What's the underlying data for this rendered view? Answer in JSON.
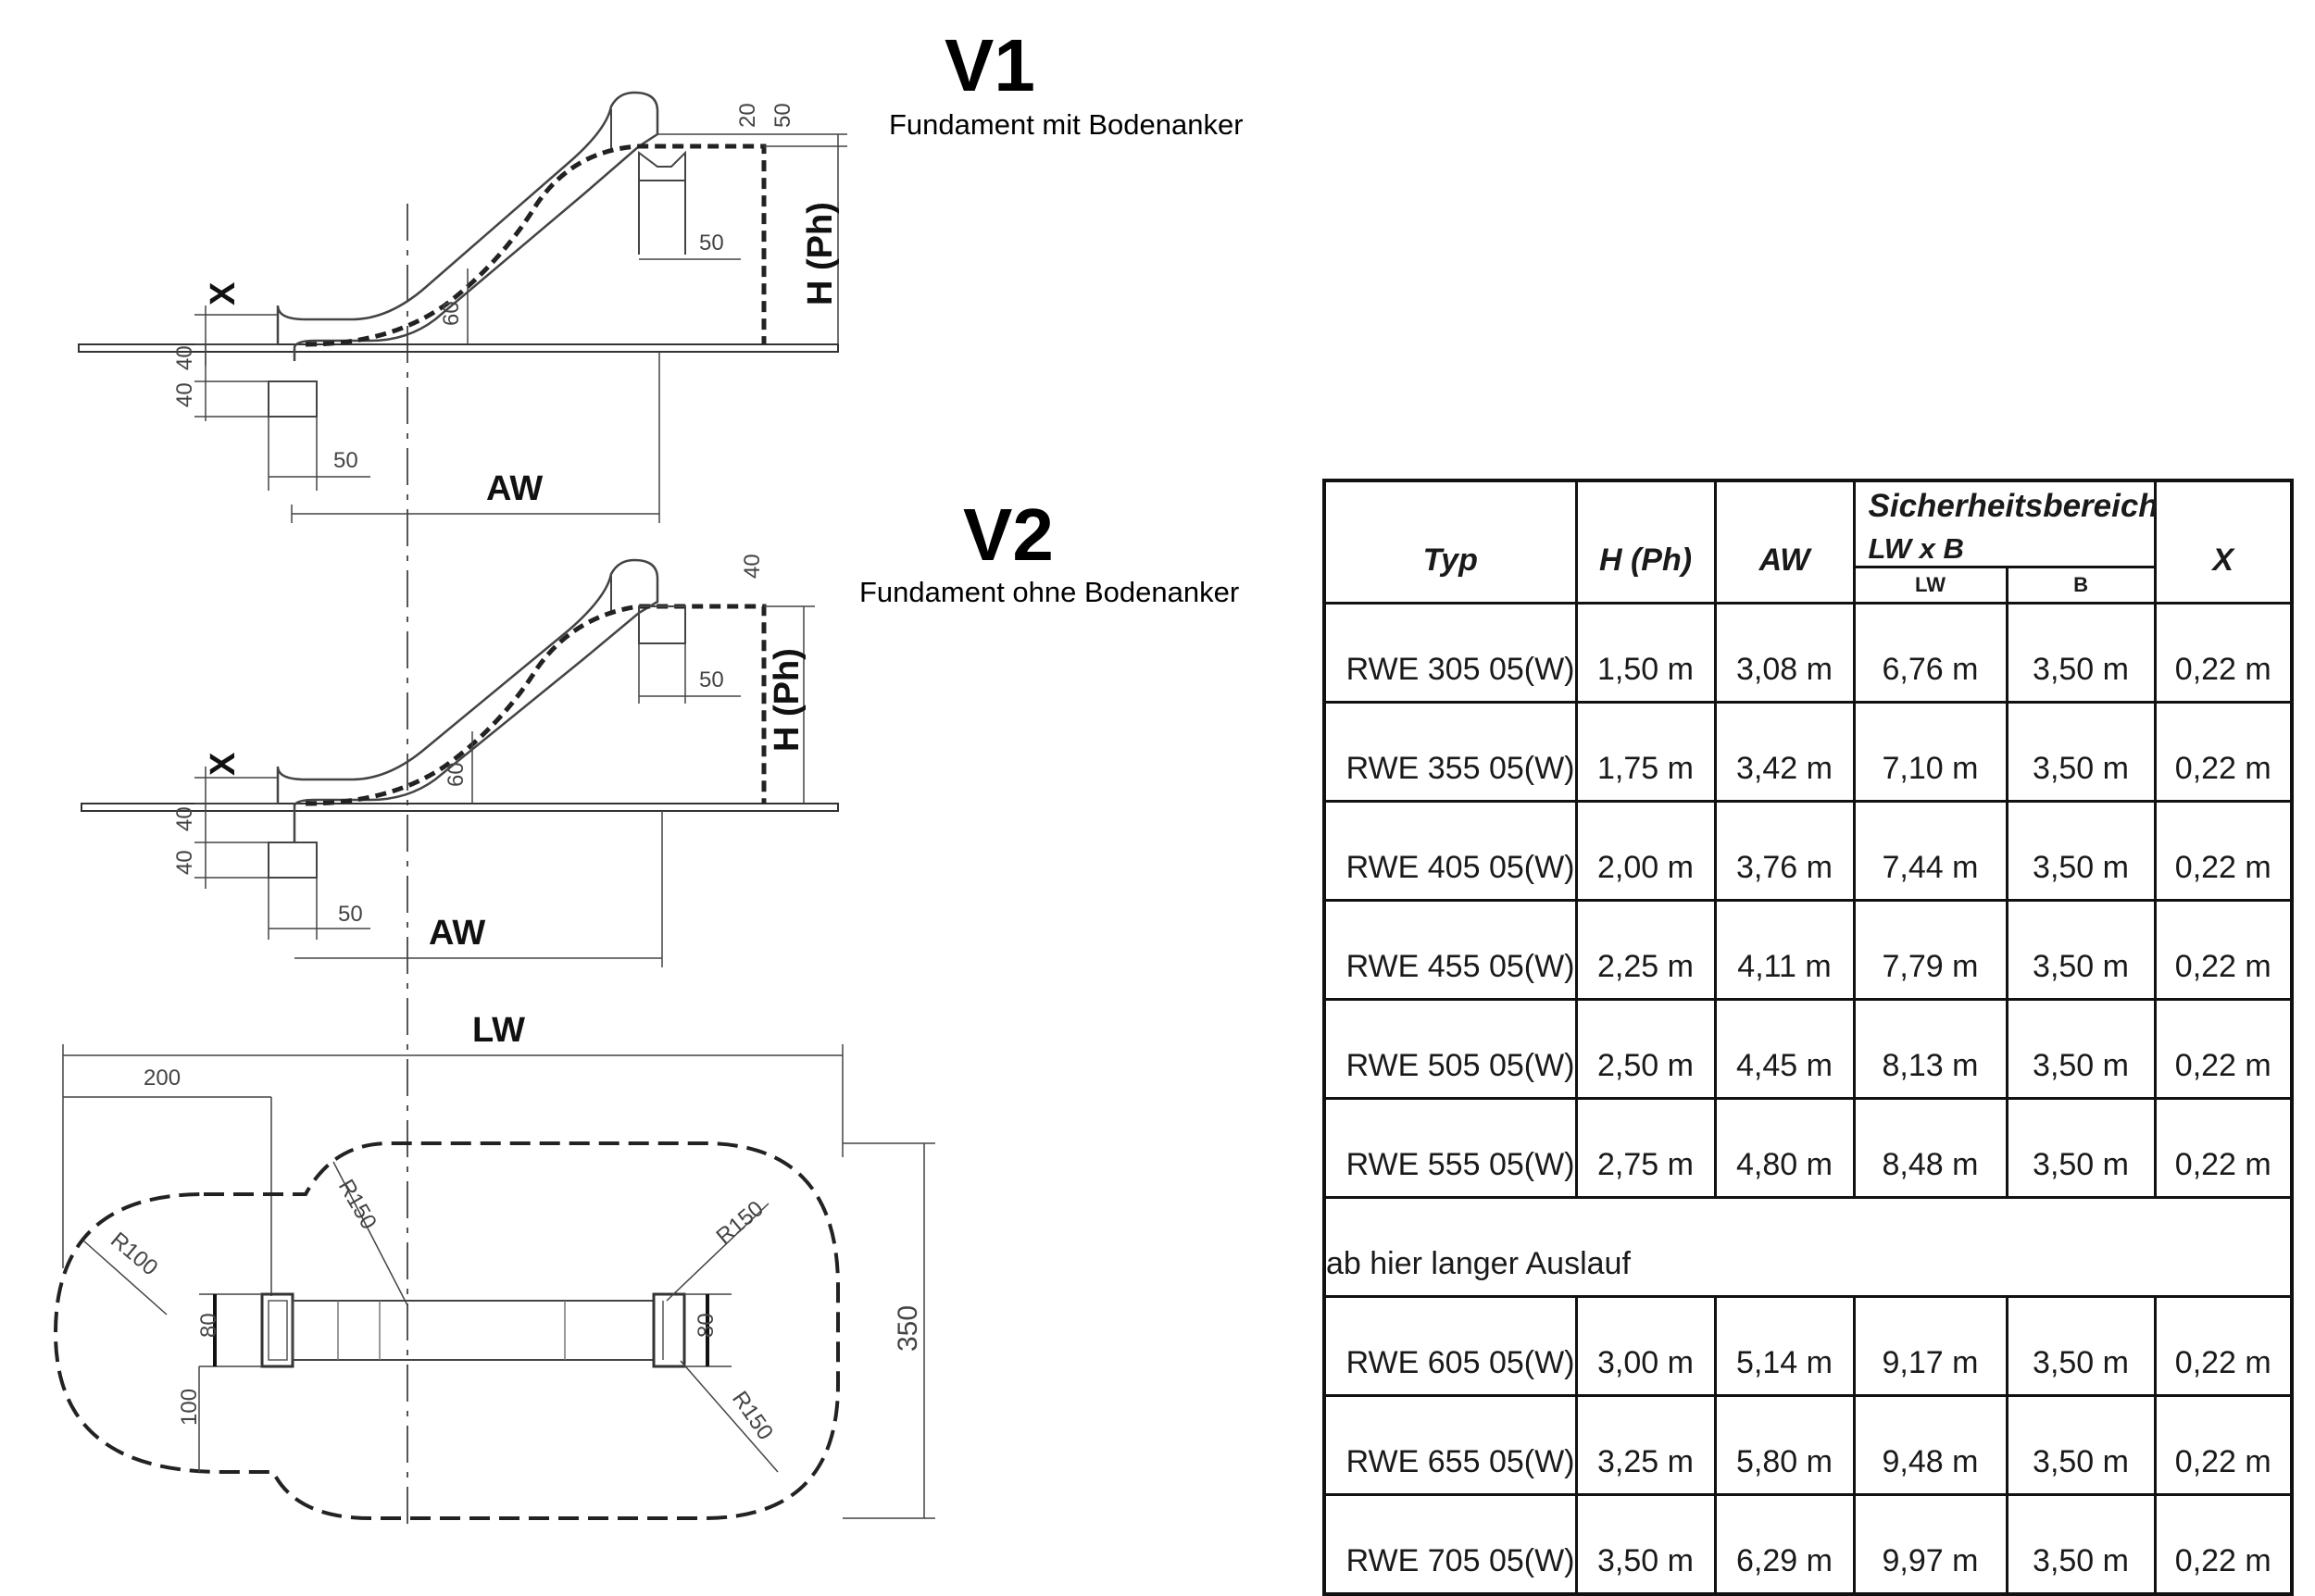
{
  "v1": {
    "title": "V1",
    "subtitle": "Fundament mit Bodenanker"
  },
  "v2": {
    "title": "V2",
    "subtitle": "Fundament ohne Bodenanker"
  },
  "dims": {
    "x": "X",
    "h_ph": "H (Ph)",
    "aw": "AW",
    "lw": "LW",
    "d20": "20",
    "d50": "50",
    "d40": "40",
    "d60": "60",
    "d200": "200",
    "d80": "80",
    "d100": "100",
    "d350": "350",
    "r100": "R100",
    "r150": "R150"
  },
  "table": {
    "headers": {
      "typ": "Typ",
      "h": "H (Ph)",
      "aw": "AW",
      "sicherheitsbereich": "Sicherheitsbereich",
      "lwxb": "LW x B",
      "lw": "LW",
      "b": "B",
      "x": "X"
    },
    "rows": [
      {
        "typ": "RWE 305 05(W)",
        "h": "1,50  m",
        "aw": "3,08  m",
        "lw": "6,76 m",
        "b": "3,50 m",
        "x": "0,22 m"
      },
      {
        "typ": "RWE 355 05(W)",
        "h": "1,75  m",
        "aw": "3,42  m",
        "lw": "7,10 m",
        "b": "3,50 m",
        "x": "0,22 m"
      },
      {
        "typ": "RWE 405 05(W)",
        "h": "2,00  m",
        "aw": "3,76  m",
        "lw": "7,44 m",
        "b": "3,50 m",
        "x": "0,22 m"
      },
      {
        "typ": "RWE 455 05(W)",
        "h": "2,25  m",
        "aw": "4,11  m",
        "lw": "7,79 m",
        "b": "3,50 m",
        "x": "0,22 m"
      },
      {
        "typ": "RWE 505 05(W)",
        "h": "2,50  m",
        "aw": "4,45  m",
        "lw": "8,13 m",
        "b": "3,50 m",
        "x": "0,22 m"
      },
      {
        "typ": "RWE 555 05(W)",
        "h": "2,75  m",
        "aw": "4,80  m",
        "lw": "8,48 m",
        "b": "3,50 m",
        "x": "0,22 m"
      }
    ],
    "note": "ab hier langer Auslauf",
    "rows2": [
      {
        "typ": "RWE 605 05(W)",
        "h": "3,00  m",
        "aw": "5,14  m",
        "lw": "9,17 m",
        "b": "3,50 m",
        "x": "0,22 m"
      },
      {
        "typ": "RWE 655 05(W)",
        "h": "3,25  m",
        "aw": "5,80  m",
        "lw": "9,48 m",
        "b": "3,50 m",
        "x": "0,22 m"
      },
      {
        "typ": "RWE 705 05(W)",
        "h": "3,50  m",
        "aw": "6,29  m",
        "lw": "9,97 m",
        "b": "3,50 m",
        "x": "0,22 m"
      }
    ]
  }
}
